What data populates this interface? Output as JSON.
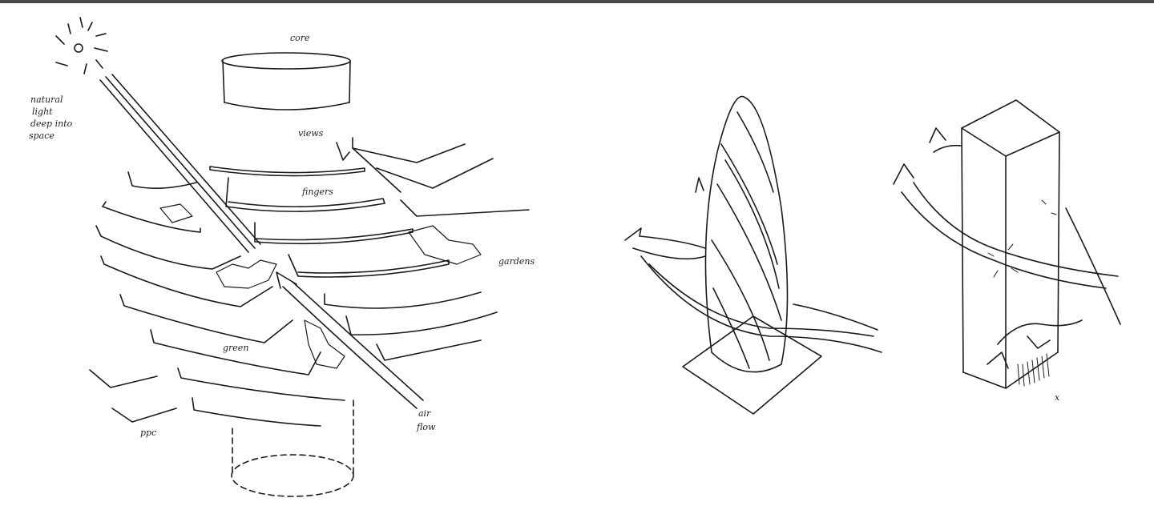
{
  "image": {
    "description": "Architectural concept sketches: spiral floor plates with light wells and air flow, a twisted tapered tower, and a rectangular tower with wind flow",
    "border_color": "#4a4a4a",
    "ink_color": "#1a1a1a"
  },
  "sketch_left": {
    "labels": {
      "top_label": "core",
      "light": [
        "natural",
        "light",
        "deep into",
        "space"
      ],
      "views": "views",
      "fingers": "fingers",
      "gardens": "gardens",
      "green": "green",
      "air_flow": [
        "air",
        "flow"
      ],
      "bottom_left": "ppc"
    }
  },
  "sketch_middle": {
    "subject": "twisted tapered tower with spiral air flow arrows"
  },
  "sketch_right": {
    "subject": "rectangular tower with wind flow and turbulence at base",
    "marks": "x"
  }
}
